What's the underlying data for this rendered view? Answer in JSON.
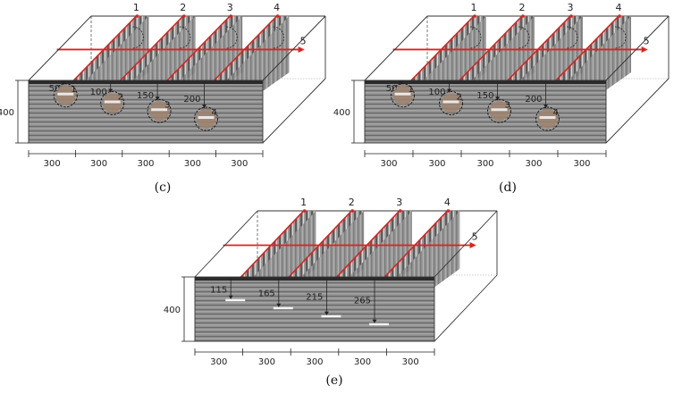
{
  "panels": [
    {
      "caption": "(c)",
      "height_label": "400",
      "section_labels": [
        "1",
        "2",
        "3",
        "4"
      ],
      "line_label": "5",
      "width_labels": [
        "300",
        "300",
        "300",
        "300",
        "300"
      ],
      "targets": [
        {
          "depth_label": "50",
          "depth": 50,
          "ball": true,
          "ball_id": "1"
        },
        {
          "depth_label": "100",
          "depth": 100,
          "ball": true,
          "ball_id": "2"
        },
        {
          "depth_label": "150",
          "depth": 150,
          "ball": true,
          "ball_id": "3"
        },
        {
          "depth_label": "200",
          "depth": 200,
          "ball": true,
          "ball_id": "4"
        }
      ]
    },
    {
      "caption": "(d)",
      "height_label": "400",
      "section_labels": [
        "1",
        "2",
        "3",
        "4"
      ],
      "line_label": "5",
      "width_labels": [
        "300",
        "300",
        "300",
        "300",
        "300"
      ],
      "targets": [
        {
          "depth_label": "50",
          "depth": 50,
          "ball": true,
          "ball_id": "1"
        },
        {
          "depth_label": "100",
          "depth": 100,
          "ball": true,
          "ball_id": "2"
        },
        {
          "depth_label": "150",
          "depth": 150,
          "ball": true,
          "ball_id": "3"
        },
        {
          "depth_label": "200",
          "depth": 200,
          "ball": true,
          "ball_id": "4"
        }
      ]
    },
    {
      "caption": "(e)",
      "height_label": "400",
      "section_labels": [
        "1",
        "2",
        "3",
        "4"
      ],
      "line_label": "5",
      "width_labels": [
        "300",
        "300",
        "300",
        "300",
        "300"
      ],
      "targets": [
        {
          "depth_label": "115",
          "depth": 115,
          "ball": false
        },
        {
          "depth_label": "165",
          "depth": 165,
          "ball": false
        },
        {
          "depth_label": "215",
          "depth": 215,
          "ball": false
        },
        {
          "depth_label": "265",
          "depth": 265,
          "ball": false
        }
      ]
    }
  ],
  "colors": {
    "scan_line": "#e0201c",
    "panel_gray": "#8d8d8d",
    "ball_fill": "#a0846e",
    "box_stroke": "#333333"
  }
}
